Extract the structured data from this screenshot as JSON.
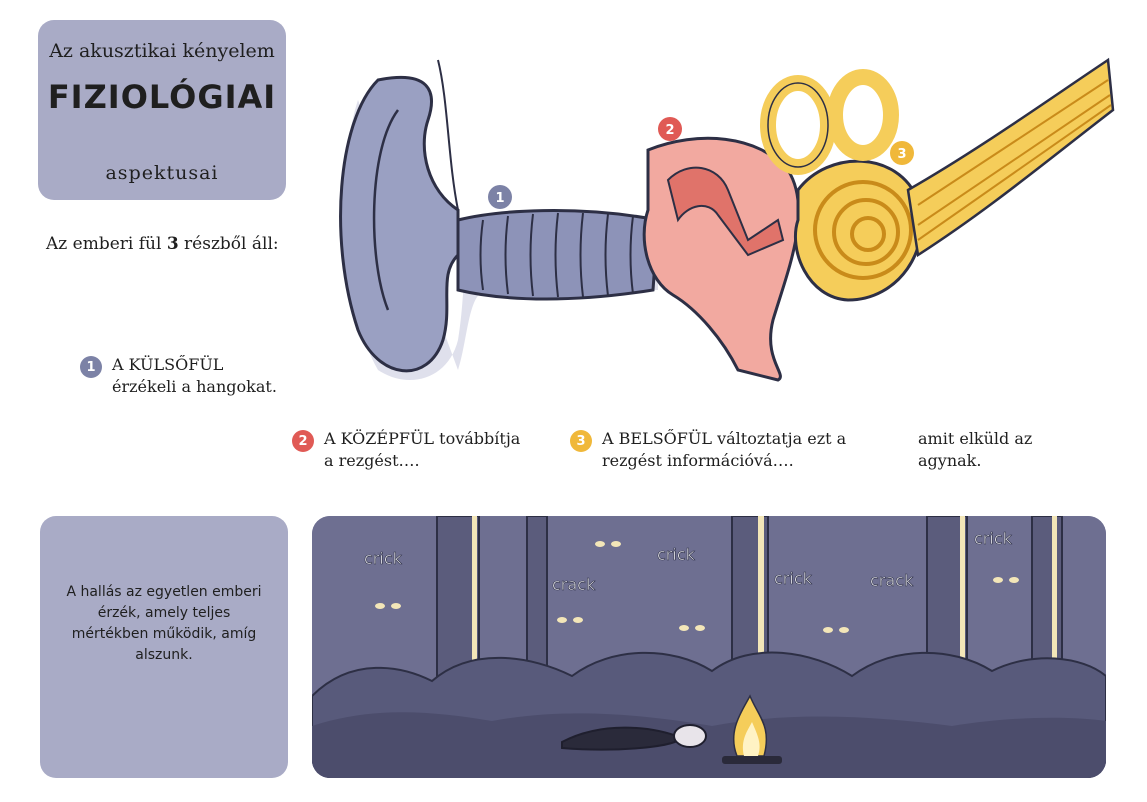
{
  "header": {
    "line1": "Az akusztikai kényelem",
    "title": "FIZIOLÓGIAI",
    "line3": "aspektusai"
  },
  "intro": {
    "before": "Az emberi fül ",
    "number": "3",
    "after": " részből áll:"
  },
  "parts": [
    {
      "number": "1",
      "name": "A KÜLSŐFÜL",
      "rest": "érzékeli a hangokat.",
      "color": "#7c82a6"
    },
    {
      "number": "2",
      "name": "A KÖZÉPFÜL",
      "rest": "továbbítja a rezgést….",
      "color": "#e05a55"
    },
    {
      "number": "3",
      "name": "A BELSŐFÜL",
      "rest": "változtatja ezt a rezgést információvá….",
      "color": "#f0b83a"
    }
  ],
  "after_text": "amit elküld az agynak.",
  "bottom_box": {
    "text": "A hallás az egyetlen emberi érzék, amely teljes mértékben működik, amíg alszunk."
  },
  "forest_sounds": [
    "crick",
    "crack",
    "crick",
    "crick",
    "crack",
    "crick"
  ],
  "colors": {
    "panel": "#a9abc6",
    "forest": "#6e6f91",
    "ear_outer": "#9aa0c2",
    "ear_middle": "#f2a9a0",
    "ear_inner": "#f5cd5a"
  }
}
